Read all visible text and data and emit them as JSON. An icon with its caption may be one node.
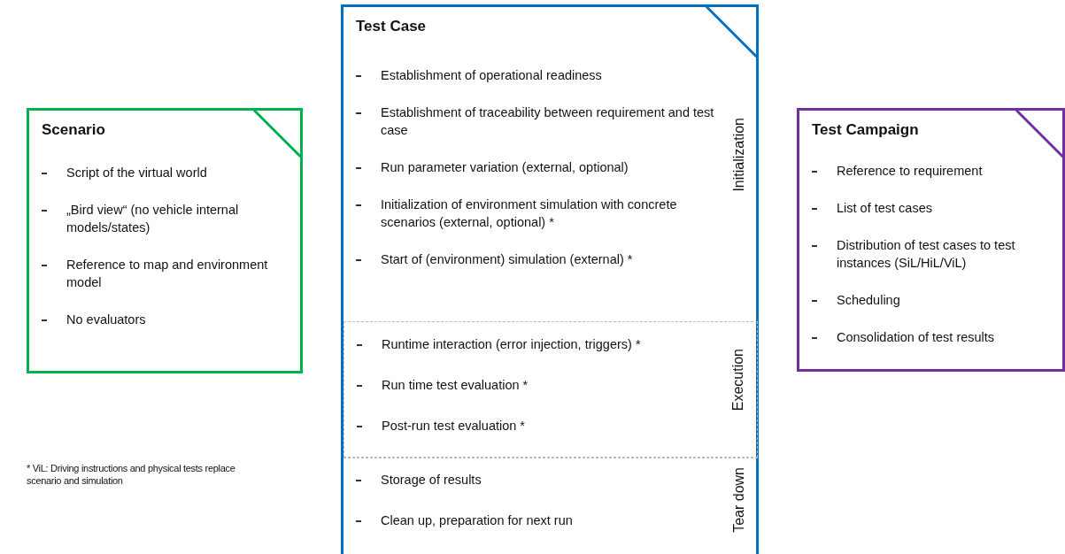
{
  "diagram": {
    "nodes": [
      {
        "text": [
          "Scenario",
          "Script of the virtual world",
          "„Bird view“ (no vehicle internal models/states)",
          "Reference to map and environment model",
          "No evaluators"
        ]
      },
      {
        "text": [
          "Test Case"
        ]
      },
      {
        "text": [
          "Initialization",
          "Establishment of operational readiness",
          "Establishment of traceability between requirement and test case",
          "Run parameter variation (external, optional)",
          "Initialization of environment simulation with concrete scenarios (external, optional) *",
          "Start of (environment) simulation (external) *"
        ],
        "in": 1
      },
      {
        "text": [
          "Execution",
          "Runtime interaction (error injection, triggers) *",
          "Run time test evaluation *",
          "Post-run test evaluation *"
        ],
        "in": 1
      },
      {
        "text": [
          "Tear down",
          "Storage of results",
          "Clean up, preparation for next run"
        ],
        "in": 1
      },
      {
        "text": [
          "Test Campaign",
          "Reference to requirement",
          "List of test cases",
          "Distribution of test cases to test instances (SiL/HiL/ViL)",
          "Scheduling",
          "Consolidation of test results"
        ]
      }
    ],
    "edges": [],
    "labels": [
      "* ViL: Driving instructions and physical tests replace scenario and simulation"
    ]
  }
}
